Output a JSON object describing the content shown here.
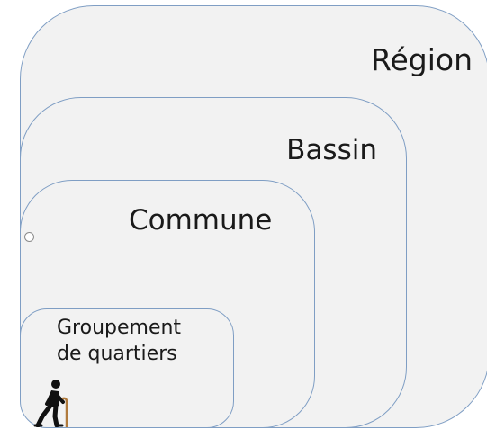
{
  "levels": {
    "region": "Région",
    "bassin": "Bassin",
    "commune": "Commune",
    "groupement_line1": "Groupement",
    "groupement_line2": "de quartiers"
  },
  "icons": {
    "person": "elderly-person-with-cane-icon"
  },
  "colors": {
    "box_fill": "#f2f2f2",
    "box_border": "#7f9ec4"
  }
}
